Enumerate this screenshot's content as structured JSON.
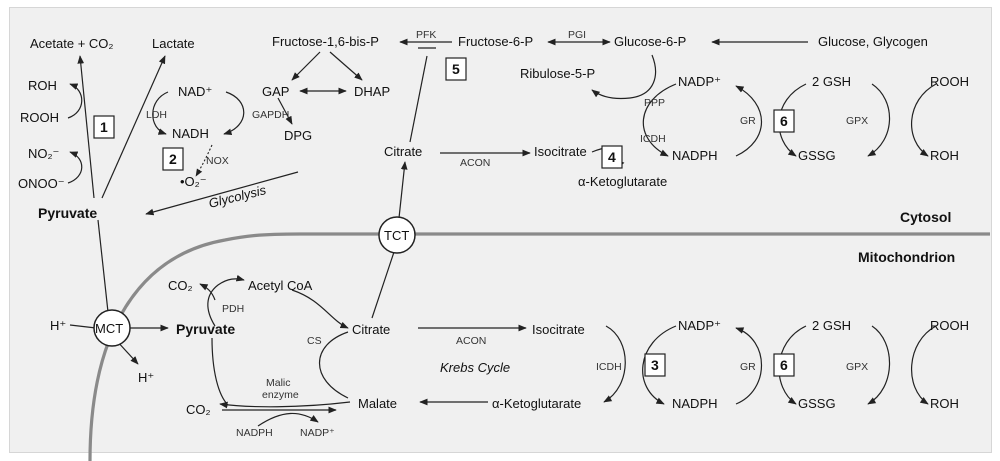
{
  "labels": {
    "acetate_co2": "Acetate + CO₂",
    "lactate": "Lactate",
    "roh_left": "ROH",
    "rooh_left": "ROOH",
    "no2": "NO₂⁻",
    "onoo": "ONOO⁻",
    "pyruvate_cyt": "Pyruvate",
    "nad_plus": "NAD⁺",
    "nadh": "NADH",
    "ldh": "LDH",
    "gapdh": "GAPDH",
    "gap": "GAP",
    "dhap": "DHAP",
    "dpg": "DPG",
    "nox": "NOX",
    "superoxide": "•O₂⁻",
    "glycolysis": "Glycolysis",
    "fructose16bp": "Fructose-1,6-bis-P",
    "pfk": "PFK",
    "fructose6p": "Fructose-6-P",
    "pgi": "PGI",
    "glucose6p": "Glucose-6-P",
    "glucose_glycogen": "Glucose, Glycogen",
    "ribulose5p": "Ribulose-5-P",
    "ppp": "PPP",
    "nadp_cyt": "NADP⁺",
    "nadph_cyt": "NADPH",
    "icdh_cyt": "ICDH",
    "citrate_cyt": "Citrate",
    "acon_cyt": "ACON",
    "isocitrate_cyt": "Isocitrate",
    "akg_cyt": "α-Ketoglutarate",
    "gsh_cyt": "2 GSH",
    "gssg_cyt": "GSSG",
    "gr_cyt": "GR",
    "gpx_cyt": "GPX",
    "rooh_cyt": "ROOH",
    "roh_cyt": "ROH",
    "cytosol": "Cytosol",
    "mitochondrion": "Mitochondrion",
    "tct": "TCT",
    "mct": "MCT",
    "h_plus_in": "H⁺",
    "h_plus_out": "H⁺",
    "co2_top": "CO₂",
    "pdh": "PDH",
    "acetyl_coa": "Acetyl CoA",
    "pyruvate_mito": "Pyruvate",
    "cs": "CS",
    "citrate_mito": "Citrate",
    "acon_mito": "ACON",
    "isocitrate_mito": "Isocitrate",
    "krebs": "Krebs Cycle",
    "icdh_mito": "ICDH",
    "malate": "Malate",
    "akg_mito": "α-Ketoglutarate",
    "malic_enzyme_1": "Malic",
    "malic_enzyme_2": "enzyme",
    "co2_bottom": "CO₂",
    "nadph_small": "NADPH",
    "nadp_small": "NADP⁺",
    "nadp_mito": "NADP⁺",
    "nadph_mito": "NADPH",
    "gr_mito": "GR",
    "gpx_mito": "GPX",
    "gsh_mito": "2 GSH",
    "gssg_mito": "GSSG",
    "rooh_mito": "ROOH",
    "roh_mito": "ROH"
  },
  "numbered_boxes": {
    "b1": "1",
    "b2": "2",
    "b3": "3",
    "b4": "4",
    "b5": "5",
    "b6_cyt": "6",
    "b6_mito": "6"
  }
}
